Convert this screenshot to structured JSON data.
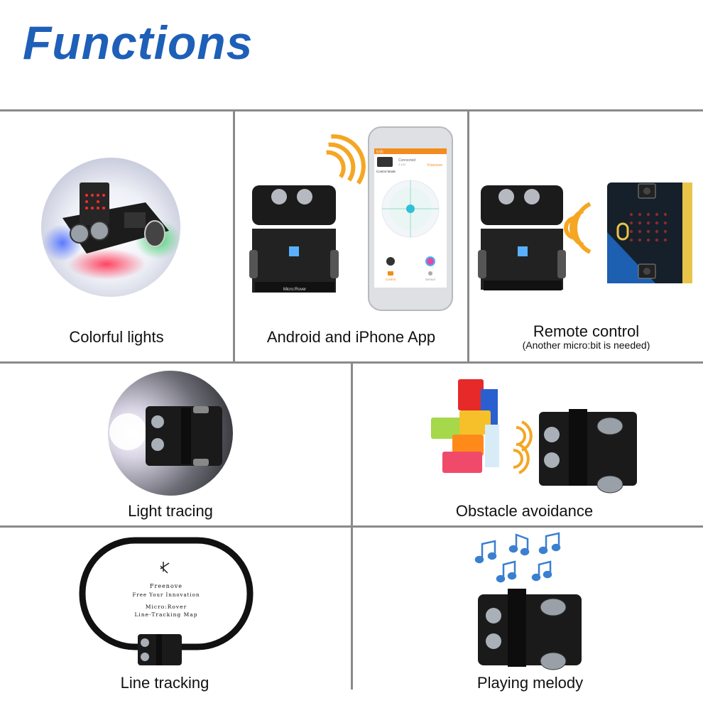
{
  "page": {
    "title": "Functions"
  },
  "features": [
    {
      "label": "Colorful lights"
    },
    {
      "label": "Android and iPhone App"
    },
    {
      "label": "Remote control",
      "note": "(Another micro:bit is needed)"
    },
    {
      "label": "Light tracing"
    },
    {
      "label": "Obstacle avoidance"
    },
    {
      "label": "Line tracking"
    },
    {
      "label": "Playing melody"
    }
  ],
  "phone_app": {
    "status_time": "5:55",
    "connection": "Connected",
    "device": "4:13V",
    "brand": "Freenove",
    "mode_title": "Control Mode",
    "tab_control": "Control",
    "tab_sensor": "Sensor"
  },
  "track_map": {
    "brand": "Freenove",
    "slogan": "Free Your Innovation",
    "product": "Micro:Rover",
    "map_name": "Line-Tracking Map"
  },
  "robot_label": "Micro:Rover",
  "colors": {
    "title": "#1e5fb8",
    "accent_orange": "#f5a623",
    "note_blue": "#3a7fd0",
    "divider": "#8a8a8a"
  }
}
